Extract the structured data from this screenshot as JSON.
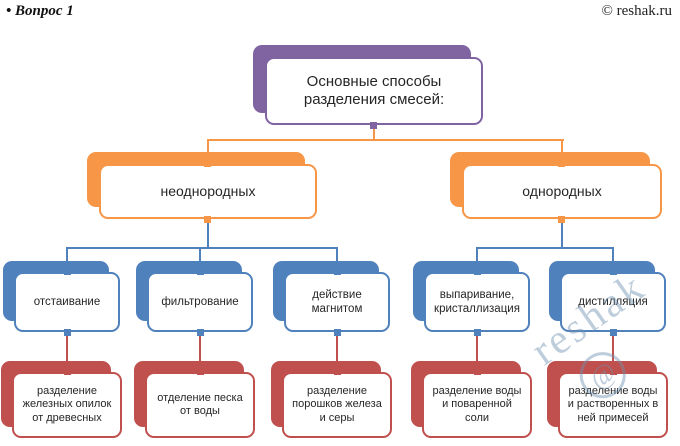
{
  "page": {
    "question_label": "• Вопрос 1",
    "copyright": "© reshak.ru"
  },
  "diagram": {
    "root": {
      "label": "Основные способы разделения смесей:"
    },
    "branches": [
      {
        "label": "неоднородных"
      },
      {
        "label": "однородных"
      }
    ],
    "methods": [
      {
        "label": "отстаивание",
        "example": "разделение железных опилок от древесных",
        "branch": "неоднородных"
      },
      {
        "label": "фильтрование",
        "example": "отделение песка от воды",
        "branch": "неоднородных"
      },
      {
        "label": "действие магнитом",
        "example": "разделение порошков железа и серы",
        "branch": "неоднородных"
      },
      {
        "label": "выпаривание, кристаллизация",
        "example": "разделение воды и поваренной соли",
        "branch": "однородных"
      },
      {
        "label": "дистилляция",
        "example": "разделение воды и растворенных в ней примесей",
        "branch": "однородных"
      }
    ],
    "colors": {
      "root": "#8064A2",
      "branch": "#F79646",
      "method": "#4F81BD",
      "example": "#C0504D"
    }
  },
  "watermark": {
    "text": "reshak",
    "symbol": "@"
  }
}
